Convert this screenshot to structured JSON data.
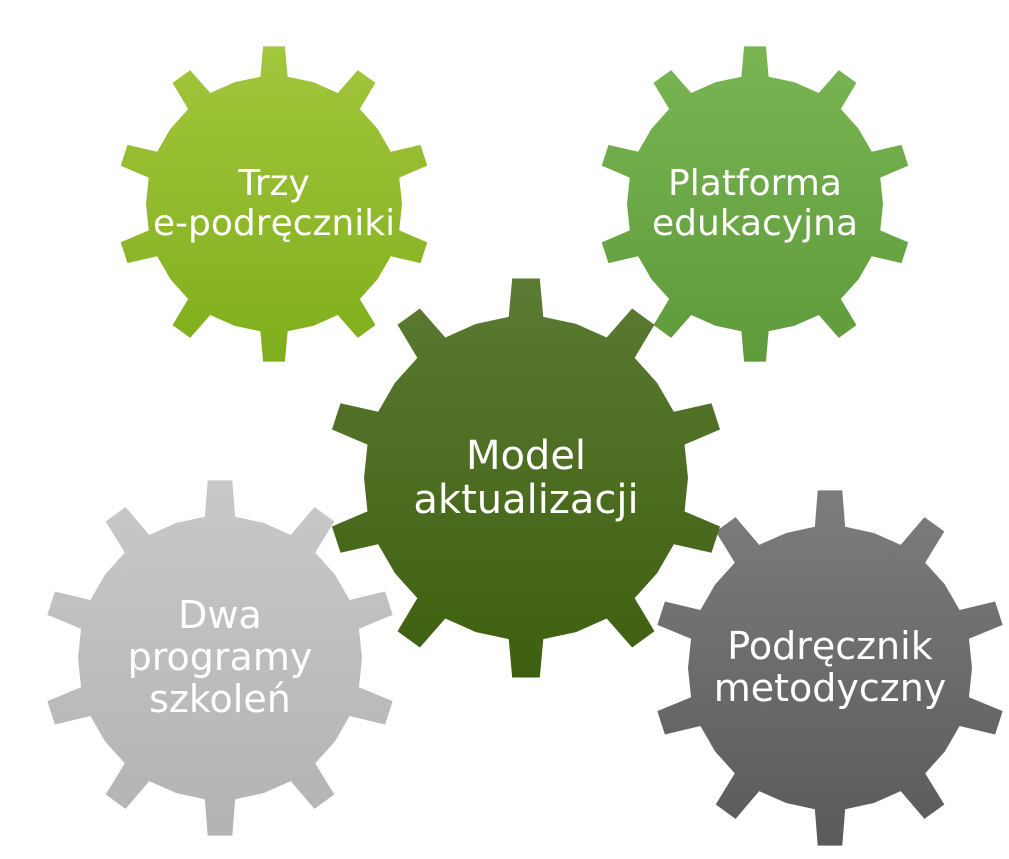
{
  "gears": [
    {
      "id": "trzy",
      "lines": [
        "Trzy",
        "e-podręczniki"
      ],
      "color_top": "#a3c63c",
      "color_bottom": "#7fae1c"
    },
    {
      "id": "platforma",
      "lines": [
        "Platforma",
        "edukacyjna"
      ],
      "color_top": "#7ab553",
      "color_bottom": "#5f9a3b"
    },
    {
      "id": "dwa",
      "lines": [
        "Dwa",
        "programy",
        "szkoleń"
      ],
      "color_top": "#c8c8c8",
      "color_bottom": "#b3b3b3"
    },
    {
      "id": "podrecznik",
      "lines": [
        "Podręcznik",
        "metodyczny"
      ],
      "color_top": "#7d7d7d",
      "color_bottom": "#5a5a5a"
    },
    {
      "id": "model",
      "lines": [
        "Model",
        "aktualizacji"
      ],
      "color_top": "#5b7a33",
      "color_bottom": "#3e5f0f"
    }
  ]
}
